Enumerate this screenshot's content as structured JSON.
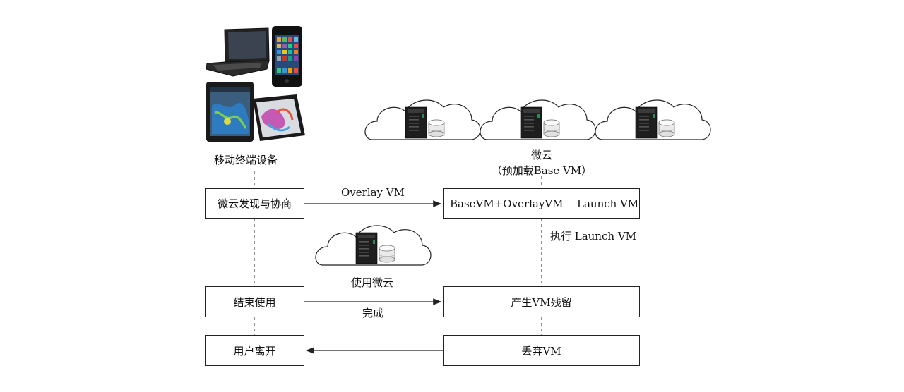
{
  "labels": {
    "mobile_devices": "移动终端设备",
    "cloudlet": "微云",
    "preload": "（预加载Base VM）",
    "use_cloudlet": "使用微云",
    "overlay_vm": "Overlay VM",
    "execute_launch": "执行 Launch VM",
    "done": "完成"
  },
  "boxes": {
    "discovery": "微云发现与协商",
    "end_use": "结束使用",
    "user_leave": "用户离开",
    "synthesis_left": "BaseVM+OverlayVM",
    "synthesis_right": "Launch VM",
    "residue": "产生VM残留",
    "discard": "丢弃VM"
  },
  "colors": {
    "line": "#222222",
    "cloud_fill": "#ffffff",
    "server_dark": "#1e1e1e",
    "server_accent": "#2e8b57"
  },
  "icons": [
    "laptop-icon",
    "phone-icon",
    "tablet-icon",
    "server-icon",
    "database-icon",
    "cloud-icon"
  ]
}
